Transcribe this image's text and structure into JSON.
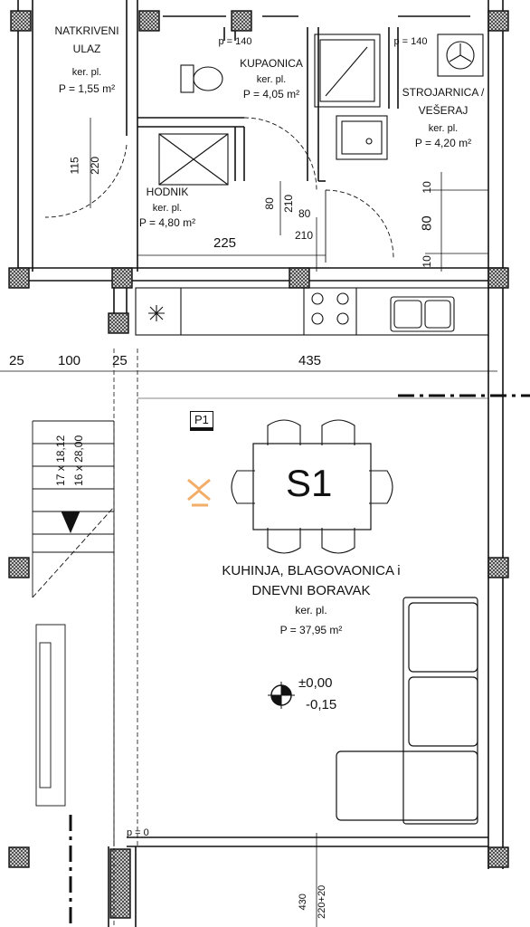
{
  "rooms": {
    "natkriveni_ulaz": {
      "name_line1": "NATKRIVENI",
      "name_line2": "ULAZ",
      "finish": "ker. pl.",
      "area": "P = 1,55 m²"
    },
    "kupaonica": {
      "name": "KUPAONICA",
      "finish": "ker. pl.",
      "area": "P = 4,05 m²"
    },
    "strojarnica": {
      "name_line1": "STROJARNICA /",
      "name_line2": "VEŠERAJ",
      "finish": "ker. pl.",
      "area": "P = 4,20 m²"
    },
    "hodnik": {
      "name": "HODNIK",
      "finish": "ker. pl.",
      "area": "P = 4,80 m²"
    },
    "dnevni": {
      "name_line1": "KUHINJA, BLAGOVAONICA i",
      "name_line2": "DNEVNI BORAVAK",
      "finish": "ker. pl.",
      "area": "P = 37,95 m²"
    }
  },
  "codes": {
    "p1": "P1",
    "s1": "S1"
  },
  "levels": {
    "upper": "±0,00",
    "lower": "-0,15"
  },
  "stairs": {
    "line1": "17 x 18,12",
    "line2": "16 x 28,00"
  },
  "parapets": {
    "p140_left": "p = 140",
    "p140_right": "p = 140",
    "p0": "p = 0"
  },
  "dimensions": {
    "d225": "225",
    "d435": "435",
    "d25a": "25",
    "d100": "100",
    "d25b": "25",
    "d115": "115",
    "d220": "220",
    "d80_vert": "80",
    "d210_vert": "210",
    "d80_door": "80",
    "d210_door": "210",
    "d10_top": "10",
    "d80_right": "80",
    "d10_bot": "10",
    "d430": "430",
    "d220_20": "220+20"
  },
  "colors": {
    "line": "#111111",
    "column_fill": "#555555",
    "logo": "#f0a050"
  }
}
